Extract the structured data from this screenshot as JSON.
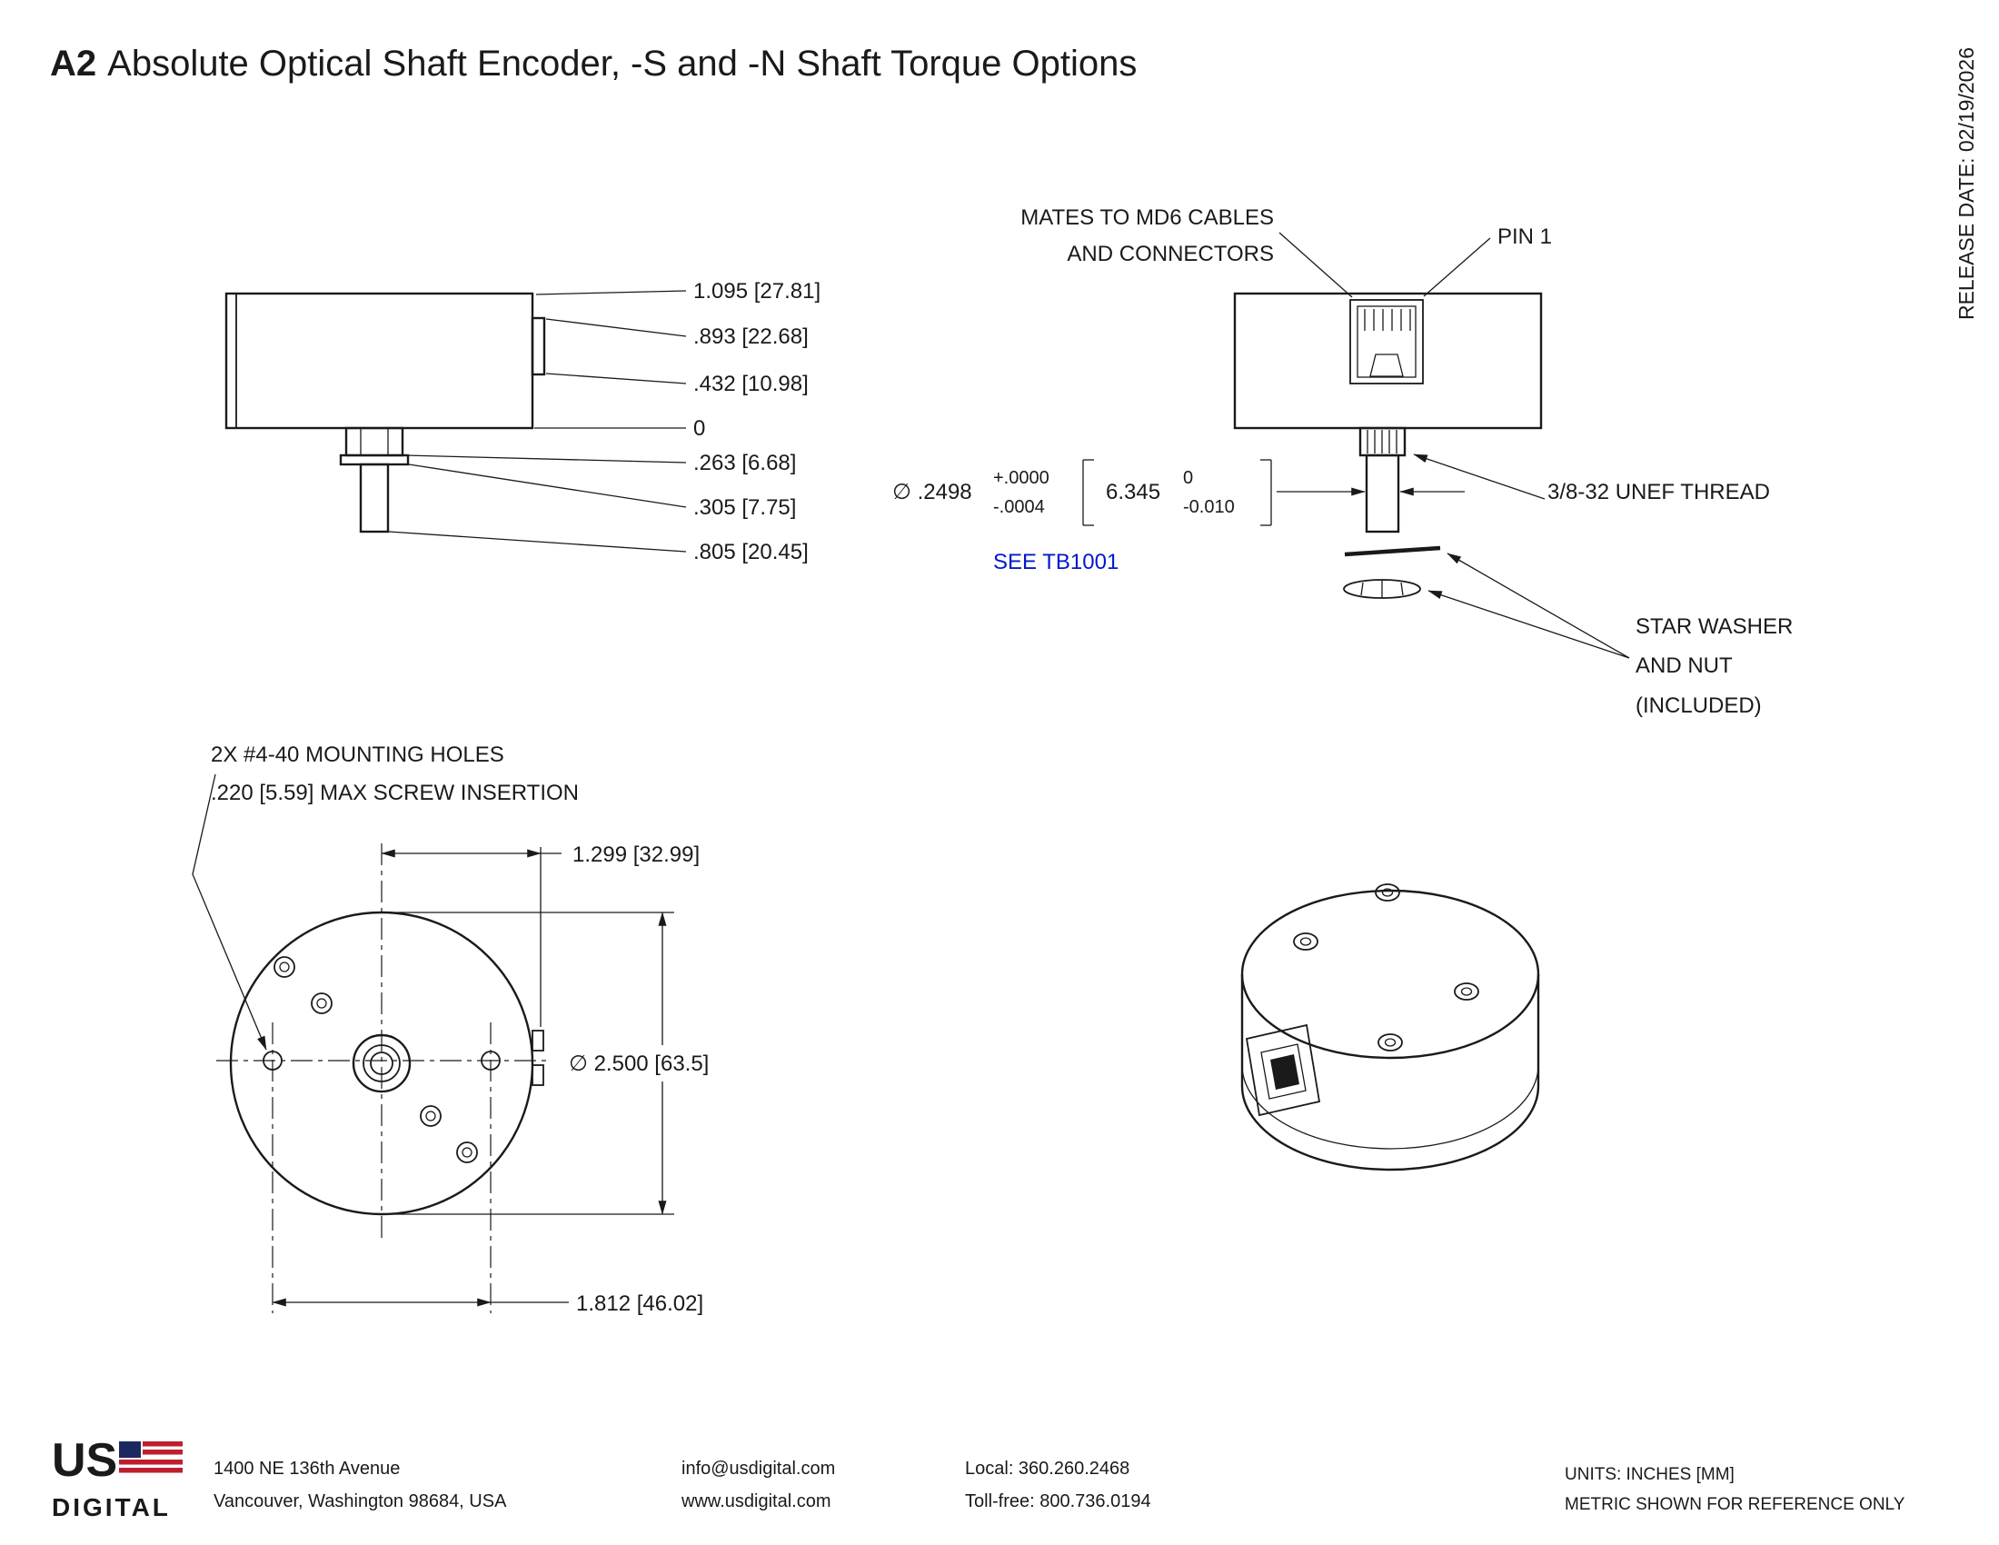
{
  "title": {
    "part": "A2",
    "rest": "Absolute Optical Shaft Encoder, -S and -N Shaft Torque Options"
  },
  "release_date": "RELEASE DATE: 02/19/2026",
  "side_view": {
    "dims": [
      "1.095 [27.81]",
      ".893 [22.68]",
      ".432 [10.98]",
      "0",
      ".263 [6.68]",
      ".305 [7.75]",
      ".805 [20.45]"
    ]
  },
  "connector_view": {
    "mates1": "MATES TO MD6 CABLES",
    "mates2": "AND CONNECTORS",
    "pin": "PIN 1",
    "dia": "∅ .2498",
    "tol_top": "+.0000",
    "tol_bot": "-.0004",
    "metric": "6.345",
    "mtol_top": "0",
    "mtol_bot": "-0.010",
    "see": "SEE TB1001",
    "thread": "3/8-32 UNEF THREAD",
    "washer1": "STAR WASHER",
    "washer2": "AND NUT",
    "washer3": "(INCLUDED)"
  },
  "front_view": {
    "note1": "2X #4-40 MOUNTING HOLES",
    "note2": ".220 [5.59] MAX SCREW INSERTION",
    "dim_width": "1.299 [32.99]",
    "dim_dia": "∅ 2.500 [63.5]",
    "dim_spacing": "1.812 [46.02]"
  },
  "footer": {
    "logo_top": "US",
    "logo_bottom": "DIGITAL",
    "address1": "1400 NE 136th Avenue",
    "address2": "Vancouver, Washington 98684, USA",
    "email": "info@usdigital.com",
    "website": "www.usdigital.com",
    "local": "Local: 360.260.2468",
    "tollfree": "Toll-free: 800.736.0194",
    "units1": "UNITS: INCHES [MM]",
    "units2": "METRIC SHOWN FOR REFERENCE ONLY"
  },
  "colors": {
    "line": "#1a1a1a",
    "link_blue": "#0018cc",
    "logo_red": "#bf1e2e",
    "logo_navy": "#1b2a5e"
  }
}
